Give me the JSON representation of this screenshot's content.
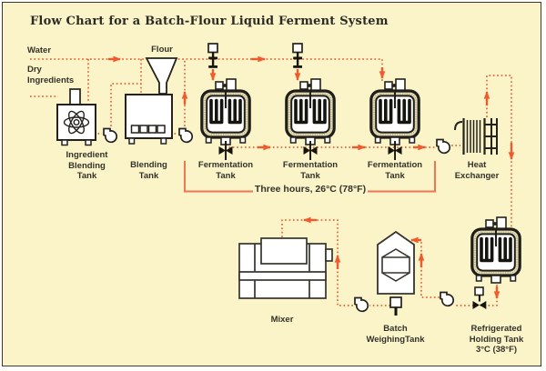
{
  "title": "Flow Chart for a Batch-Flour Liquid Ferment System",
  "colors": {
    "background": "#FBF4C8",
    "flow_line": "#E94F26",
    "arrow": "#F05A2C",
    "bracket": "#EF7553",
    "ink": "#2B2A24"
  },
  "streams": {
    "water": "Water",
    "dry_ingredients": [
      "Dry",
      "Ingredients"
    ],
    "flour": "Flour"
  },
  "equipment": {
    "ingredient_blending_tank": [
      "Ingredient",
      "Blending",
      "Tank"
    ],
    "blending_tank": [
      "Blending",
      "Tank"
    ],
    "fermentation_tank_1": [
      "Fermentation",
      "Tank"
    ],
    "fermentation_tank_2": [
      "Fermentation",
      "Tank"
    ],
    "fermentation_tank_3": [
      "Fermentation",
      "Tank"
    ],
    "heat_exchanger": [
      "Heat",
      "Exchanger"
    ],
    "mixer": [
      "Mixer"
    ],
    "batch_weighing_tank": [
      "Batch",
      "WeighingTank"
    ],
    "refrigerated_holding_tank": [
      "Refrigerated",
      "Holding Tank",
      "3°C (38°F)"
    ]
  },
  "annotations": {
    "fermentation_time": "Three hours, 26°C (78°F)"
  },
  "icons": [
    "agitator-atom-icon",
    "funnel-icon",
    "pump-icon",
    "control-valve-icon",
    "bowtie-valve-icon",
    "stirred-tank-icon",
    "coil-heat-exchanger-icon",
    "mixer-icon",
    "weigh-hopper-icon"
  ]
}
